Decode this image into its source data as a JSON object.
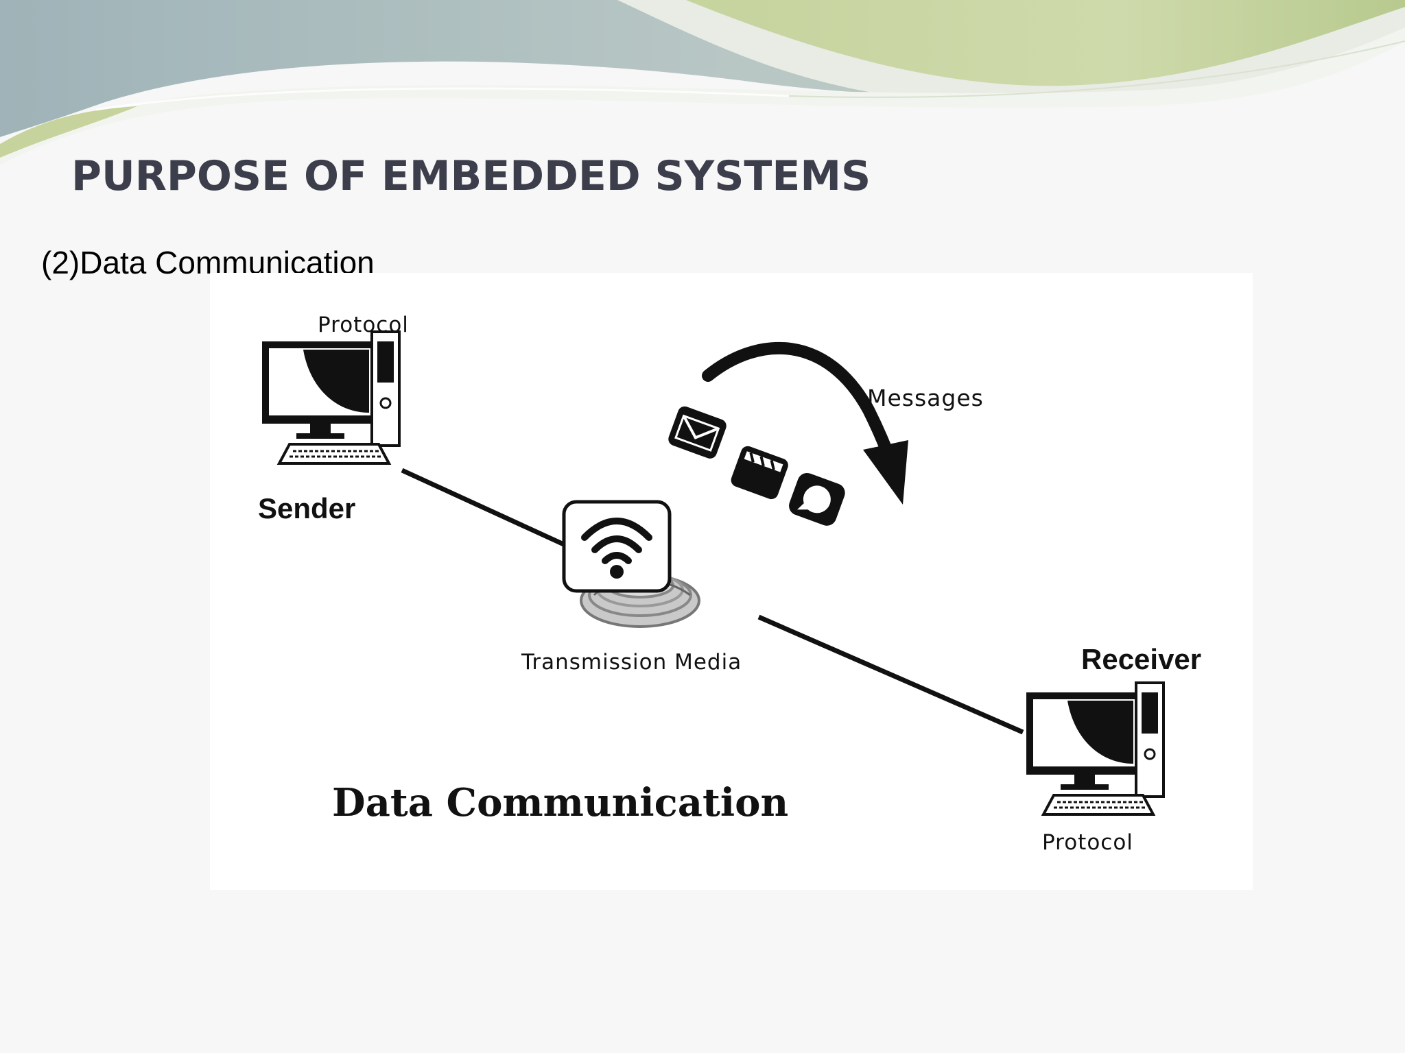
{
  "slide": {
    "title": "PURPOSE OF EMBEDDED SYSTEMS",
    "subtitle": "(2)Data Communication"
  },
  "diagram": {
    "sender_protocol": "Protocol",
    "sender": "Sender",
    "messages": "Messages",
    "transmission_media": "Transmission Media",
    "receiver": "Receiver",
    "receiver_protocol": "Protocol",
    "caption": "Data Communication",
    "icons": [
      "computer-icon",
      "wifi-icon",
      "cable-icon",
      "envelope-icon",
      "video-icon",
      "chat-icon",
      "curved-arrow-icon"
    ]
  },
  "colors": {
    "title": "#3d3e4b",
    "wave_green": "#b9cc8a",
    "wave_blue": "#a9b9c4"
  }
}
